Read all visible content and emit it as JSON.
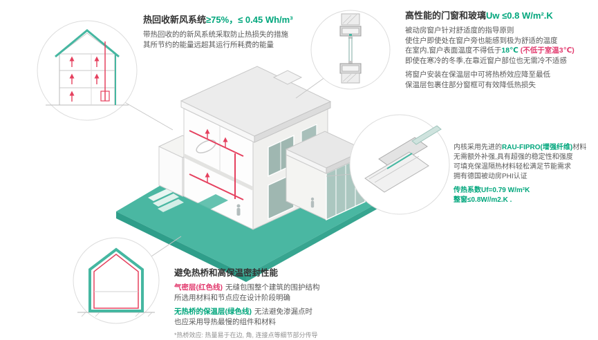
{
  "colors": {
    "platform_teal": "#4ab7a2",
    "platform_teal_dark": "#2f9e8a",
    "green_text": "#00a67c",
    "red_text": "#e23a6e",
    "red_line": "#e5405e",
    "body_text": "#595959",
    "heading_text": "#333333",
    "callout_line_gray": "#c6c6c6"
  },
  "sections": {
    "ventilation": {
      "title_black": "热回收新风系统",
      "title_green": "≥75%，≤ 0.45 Wh/m³",
      "line1": "带热回收的的新风系统采取防止热损失的措施",
      "line2": "其所节约的能量远超其运行所耗费的能量"
    },
    "windows": {
      "title_black": "高性能的门窗和玻璃",
      "title_green": "Uw ≤0.8 W/m².K",
      "line1": "被动房窗户针对舒适度的指导原则",
      "line2": "使住户即使处在窗户旁也能感到极为舒适的温度",
      "line3_pre": "在室内,窗户表面温度不得低于",
      "line3_green": "18℃",
      "line3_red": "(不低于室温3℃)",
      "line4": "即使在寒冷的冬季,在靠近窗户部位也无需冷不适感",
      "line5": "将窗户安装在保温层中可将热桥效应降至最低",
      "line6": "保温层包裹住部分窗框可有效降低热损失"
    },
    "profile": {
      "line1_pre": "内核采用先进的",
      "line1_green": "RAU-FIPRO(增强纤维)",
      "line1_post": "材料",
      "line2": "无需额外补强,具有超强的稳定性和强度",
      "line3": "可填充保温隔热材料轻松满足节能需求",
      "line4": "拥有德国被动房PHI认证",
      "green1": "传热系数Uf=0.79 W/m²K",
      "green2": "整窗≤0.8W//m2.K ."
    },
    "thermal": {
      "title": "避免热桥和高保温密封性能",
      "line1_red": "气密层(红色线)",
      "line1_rest": "无缝包围整个建筑的围护结构",
      "line2": "所选用材料和节点应在设计阶段明确",
      "line3_green": "无热桥的保温层(绿色线)",
      "line3_rest": "无法避免渗漏点时",
      "line4": "也应采用导热最慢的组件和材料",
      "footnote": "*热桥效应: 热量易于在边, 角, 连接点等细节部分传导"
    }
  }
}
